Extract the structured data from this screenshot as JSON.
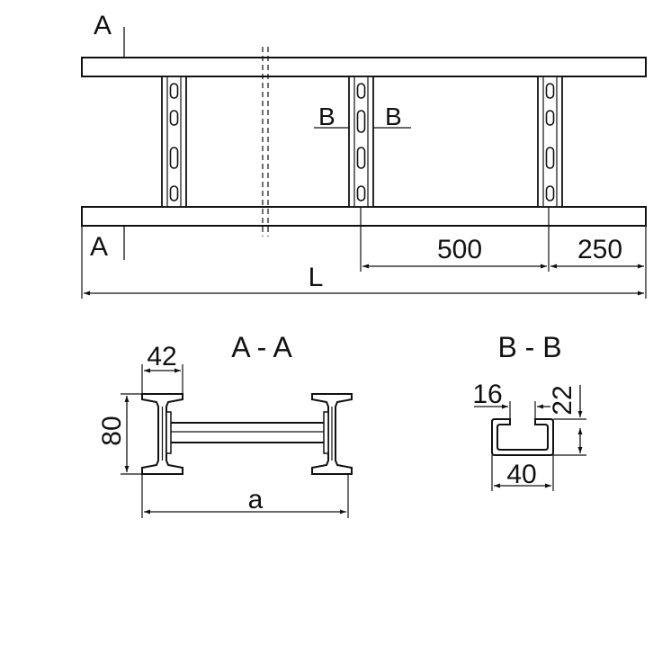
{
  "plan": {
    "section_mark_top": "A",
    "section_mark_bottom": "A",
    "cut_mark_left": "B",
    "cut_mark_right": "B",
    "dim_500": "500",
    "dim_250": "250",
    "dim_L": "L"
  },
  "section_aa": {
    "title": "A - A",
    "dim_42": "42",
    "dim_80": "80",
    "dim_a": "a"
  },
  "section_bb": {
    "title": "B - B",
    "dim_16": "16",
    "dim_22": "22",
    "dim_40": "40"
  }
}
